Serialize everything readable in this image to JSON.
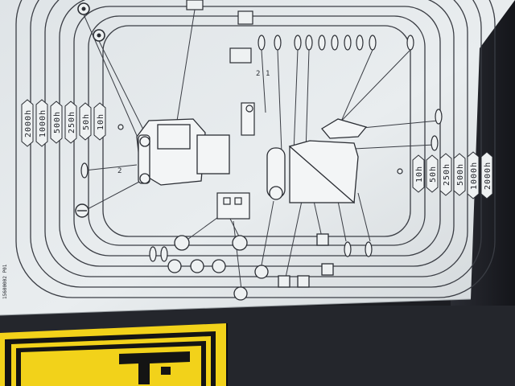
{
  "photo": {
    "description_visible_text": true,
    "intervals_left": [
      "10h",
      "50h",
      "250h",
      "500h",
      "1000h",
      "2000h"
    ],
    "intervals_right": [
      "10h",
      "50h",
      "250h",
      "500h",
      "1000h",
      "2000h"
    ],
    "part_number": "15600002 P01",
    "callout_1": "1",
    "callout_2": "2",
    "callout_2b": "2"
  },
  "colors": {
    "placard_bg": "#e4e8ea",
    "line_color": "#3a3d44",
    "warning_yellow": "#f2d21a",
    "warning_black": "#141414",
    "panel_dark": "#202228"
  },
  "icons": [
    "gear-icon",
    "machine-icon",
    "oil-can-icon",
    "grease-icon",
    "filter-icon",
    "fuel-icon",
    "battery-icon"
  ]
}
